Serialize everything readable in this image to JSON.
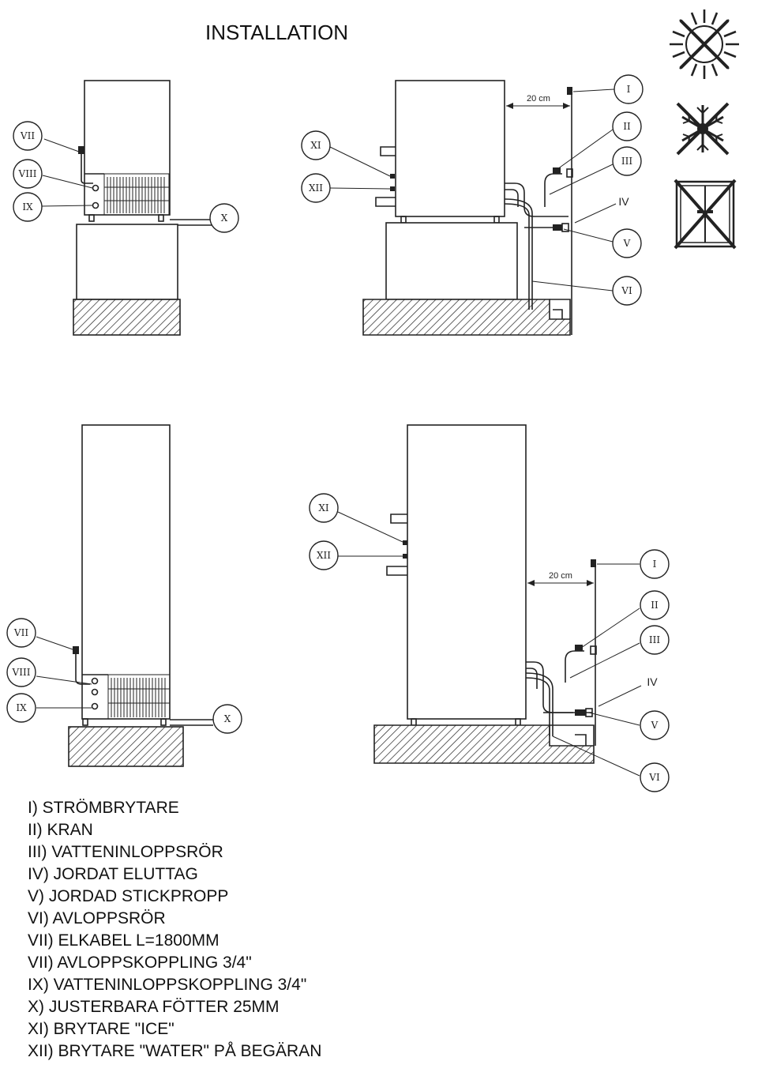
{
  "title": "INSTALLATION",
  "dimension": "20 cm",
  "callouts": {
    "I": "I",
    "II": "II",
    "III": "III",
    "IV": "IV",
    "V": "V",
    "VI": "VI",
    "VII": "VII",
    "VIII": "VIII",
    "IX": "IX",
    "X": "X",
    "XI": "XI",
    "XII": "XII"
  },
  "icons": [
    "no-sun-icon",
    "no-frost-icon",
    "no-window-icon"
  ],
  "legend": [
    "I) STRÖMBRYTARE",
    "II) KRAN",
    "III) VATTENINLOPPSRÖR",
    "IV) JORDAT ELUTTAG",
    "V) JORDAD STICKPROPP",
    "VI) AVLOPPSRÖR",
    "VII) ELKABEL L=1800MM",
    "VII) AVLOPPSKOPPLING 3/4\"",
    "IX) VATTENINLOPPSKOPPLING 3/4\"",
    "X) JUSTERBARA FÖTTER 25MM",
    "XI) BRYTARE \"ICE\"",
    "XII) BRYTARE \"WATER\" PÅ BEGÄRAN"
  ]
}
